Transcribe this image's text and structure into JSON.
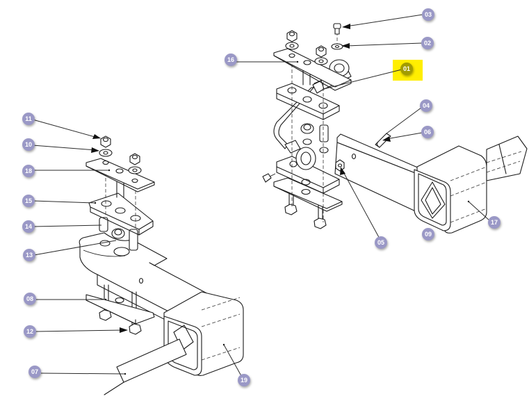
{
  "diagram": {
    "title": "Exploded assembly view – bracket arm assemblies",
    "highlight_color": "#ffee00",
    "badge_color": "#9a98c6",
    "highlighted_callout": "01",
    "callouts": [
      {
        "id": "01",
        "label": "01",
        "highlighted": true
      },
      {
        "id": "02",
        "label": "02",
        "highlighted": false
      },
      {
        "id": "03",
        "label": "03",
        "highlighted": false
      },
      {
        "id": "04",
        "label": "04",
        "highlighted": false
      },
      {
        "id": "05",
        "label": "05",
        "highlighted": false
      },
      {
        "id": "06",
        "label": "06",
        "highlighted": false
      },
      {
        "id": "07",
        "label": "07",
        "highlighted": false
      },
      {
        "id": "08",
        "label": "08",
        "highlighted": false
      },
      {
        "id": "09",
        "label": "09",
        "highlighted": false
      },
      {
        "id": "10",
        "label": "10",
        "highlighted": false
      },
      {
        "id": "11",
        "label": "11",
        "highlighted": false
      },
      {
        "id": "12",
        "label": "12",
        "highlighted": false
      },
      {
        "id": "13",
        "label": "13",
        "highlighted": false
      },
      {
        "id": "14",
        "label": "14",
        "highlighted": false
      },
      {
        "id": "15",
        "label": "15",
        "highlighted": false
      },
      {
        "id": "16",
        "label": "16",
        "highlighted": false
      },
      {
        "id": "17",
        "label": "17",
        "highlighted": false
      },
      {
        "id": "18",
        "label": "18",
        "highlighted": false
      },
      {
        "id": "19",
        "label": "19",
        "highlighted": false
      }
    ]
  }
}
